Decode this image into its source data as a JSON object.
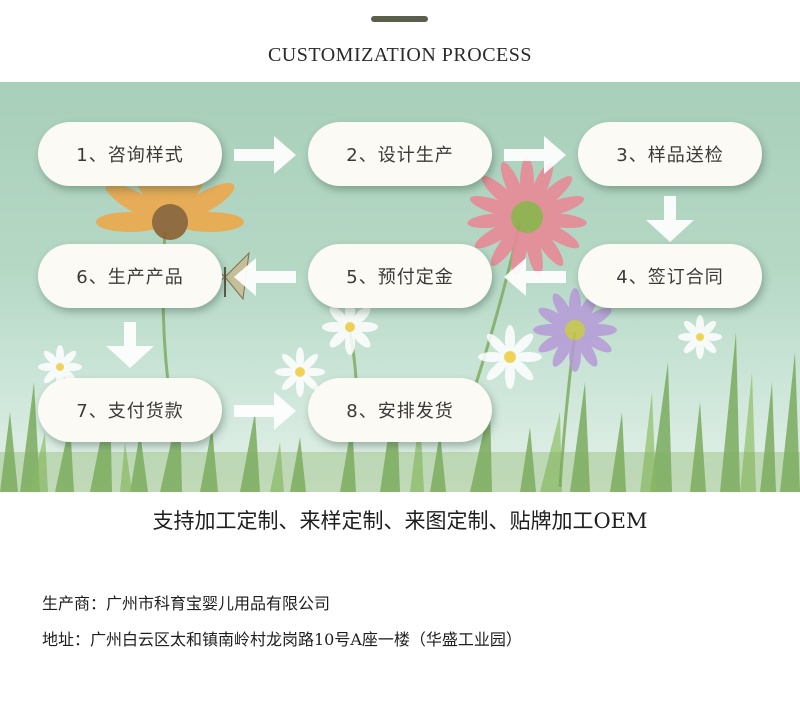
{
  "header": {
    "title": "CUSTOMIZATION PROCESS"
  },
  "steps": [
    {
      "label": "1、咨询样式"
    },
    {
      "label": "2、设计生产"
    },
    {
      "label": "3、样品送检"
    },
    {
      "label": "4、签订合同"
    },
    {
      "label": "5、预付定金"
    },
    {
      "label": "6、生产产品"
    },
    {
      "label": "7、支付货款"
    },
    {
      "label": "8、安排发货"
    }
  ],
  "tagline": "支持加工定制、来样定制、来图定制、贴牌加工OEM",
  "company": {
    "manufacturer": "生产商：广州市科育宝婴儿用品有限公司",
    "address": "地址：广州白云区太和镇南岭村龙岗路10号A座一楼（华盛工业园）"
  },
  "colors": {
    "banner_green": "#b5d8c5",
    "pill_bg": "#fbfaf4",
    "top_bar": "#5a5f4c"
  }
}
